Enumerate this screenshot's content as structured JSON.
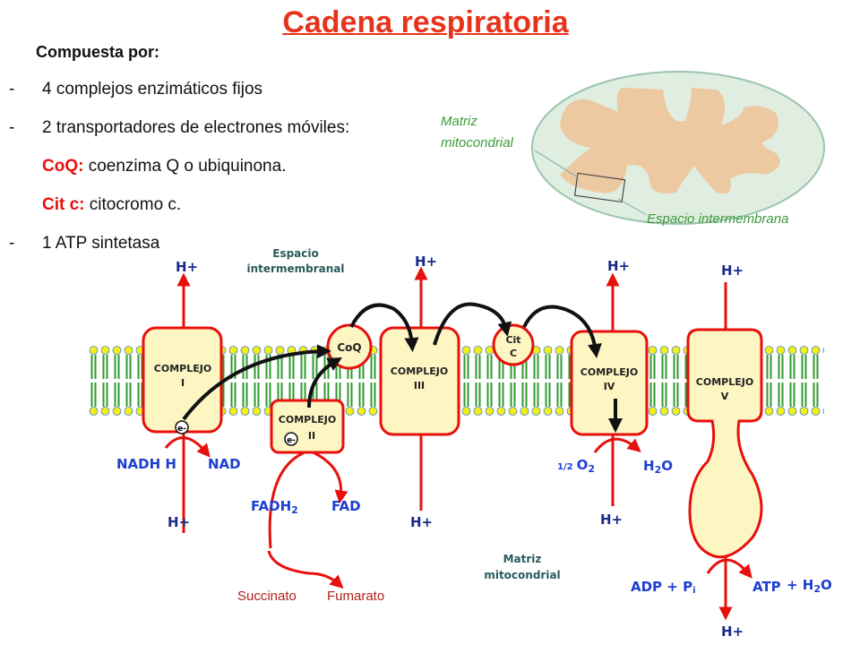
{
  "title": "Cadena respiratoria",
  "subtitle": "Compuesta por:",
  "list": {
    "item1": "4 complejos enzimáticos fijos",
    "item2": "2 transportadores de electrones móviles:",
    "coq_label": "CoQ:",
    "coq_text": "coenzima Q o ubiquinona.",
    "citc_label": "Cit c:",
    "citc_text": "citocromo c.",
    "item3": "1 ATP sintetasa",
    "dash": "-"
  },
  "mitochondrion": {
    "matrix_label_1": "Matriz",
    "matrix_label_2": "mitocondrial",
    "space_label": "Espacio intermembrana"
  },
  "diagram": {
    "space_label_1": "Espacio",
    "space_label_2": "intermembranal",
    "matrix_label_1": "Matriz",
    "matrix_label_2": "mitocondrial",
    "complex_word": "COMPLEJO",
    "c1": "I",
    "c2": "II",
    "c3": "III",
    "c4": "IV",
    "c5": "V",
    "coq": "CoQ",
    "cit": "Cit",
    "cit_c": "C",
    "electron": "e-",
    "hplus": "H+",
    "nadh": "NADH H",
    "nad": "NAD",
    "fadh2": "FADH",
    "fadh2_sub": "2",
    "fad": "FAD",
    "succinato": "Succinato",
    "fumarato": "Fumarato",
    "half": "1/2",
    "o2": "O",
    "o2_sub": "2",
    "h2o_h": "H",
    "h2o_sub": "2",
    "h2o_o": "O",
    "adp": "ADP + P",
    "adp_i": "i",
    "atp": "ATP",
    "plus_h2o": "+ H",
    "plus_h2o_sub": "2",
    "plus_h2o_o": "O"
  },
  "colors": {
    "red": "#e8100c",
    "blue": "#1e3fd0",
    "box": "#fdf5c2",
    "membrane": "#2f9a2f"
  }
}
